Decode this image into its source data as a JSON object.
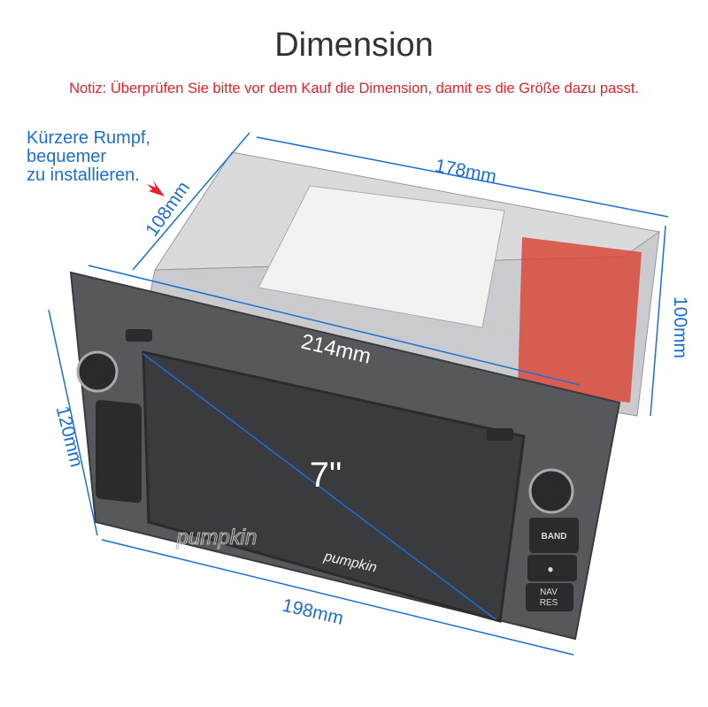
{
  "title": "Dimension",
  "note": "Notiz: Überprüfen Sie bitte vor dem Kauf die Dimension, damit es die Größe dazu passt.",
  "side_note": [
    "Kürzere Rumpf,",
    "bequemer",
    "zu installieren."
  ],
  "dimensions": {
    "depth": "178mm",
    "chassis_width": "108mm",
    "chassis_height": "100mm",
    "panel_top_width": "214mm",
    "panel_height": "120mm",
    "panel_bottom_width": "198mm",
    "screen": "7\""
  },
  "buttons": {
    "band": "BAND",
    "nav": "NAV",
    "res": "RES"
  },
  "brand": "pumpkin",
  "colors": {
    "accent": "#1b6fd1",
    "note": "#e8202a"
  }
}
